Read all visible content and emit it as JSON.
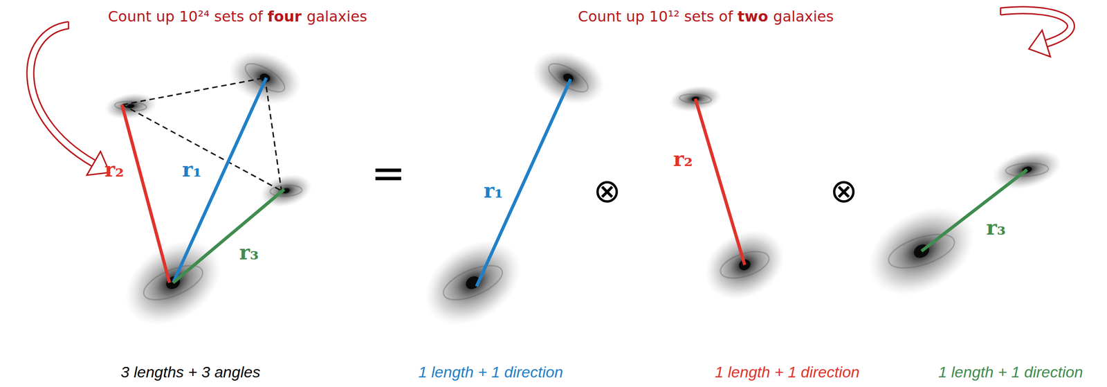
{
  "diagram": {
    "labels": [
      "Count up 10²⁴ sets of four galaxies",
      "Count up 10¹² sets of two galaxies",
      "r₂",
      "r₁",
      "r₃",
      "=",
      "r₁",
      "⊗",
      "r₂",
      "⊗",
      "r₃",
      "3 lengths + 3 angles",
      "1 length + 1 direction",
      "1 length + 1 direction",
      "1 length + 1 direction"
    ]
  }
}
